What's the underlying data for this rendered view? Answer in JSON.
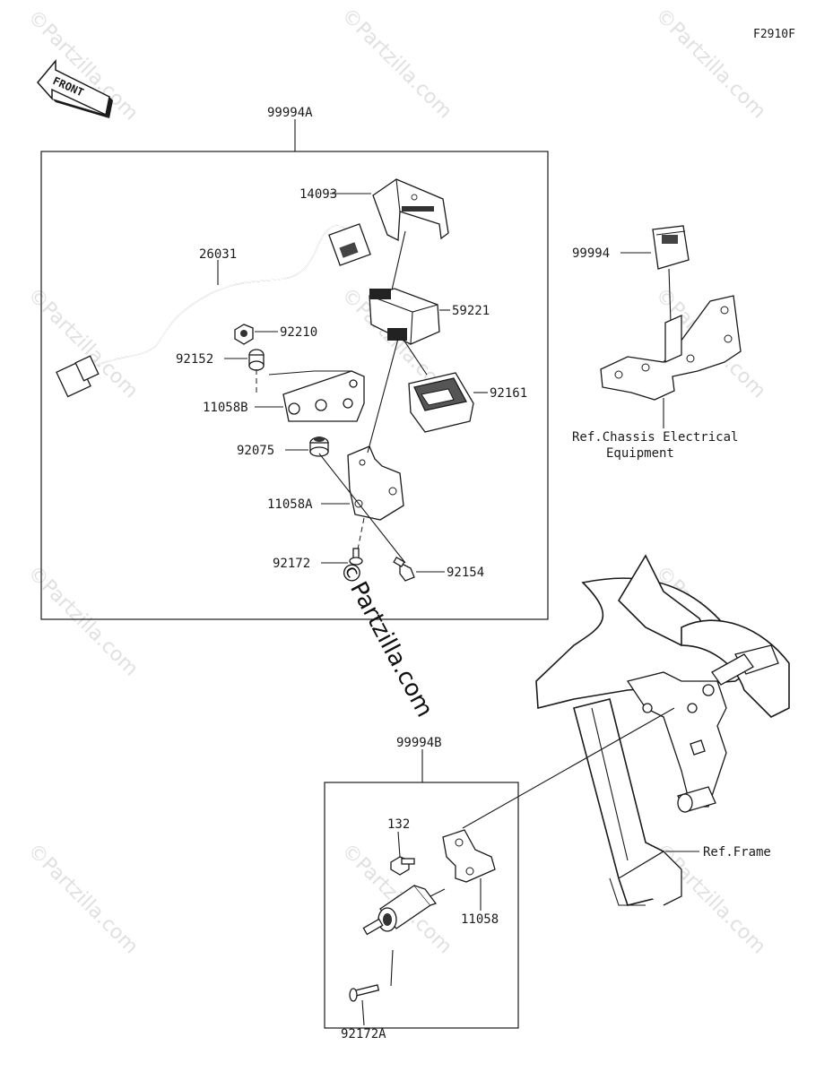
{
  "figure_code": "F2910F",
  "front_label": "FRONT",
  "watermark": "©Partzilla.com",
  "groups": {
    "kit_a": "99994A",
    "kit_b": "99994B"
  },
  "parts": {
    "p14093": "14093",
    "p26031": "26031",
    "p59221": "59221",
    "p92210": "92210",
    "p92152": "92152",
    "p92161": "92161",
    "p11058B": "11058B",
    "p92075": "92075",
    "p11058A": "11058A",
    "p92172": "92172",
    "p92154": "92154",
    "p99994": "99994",
    "p132": "132",
    "p11058": "11058",
    "p92172A": "92172A"
  },
  "references": {
    "chassis_line1": "Ref.Chassis Electrical",
    "chassis_line2": "Equipment",
    "frame": "Ref.Frame"
  }
}
